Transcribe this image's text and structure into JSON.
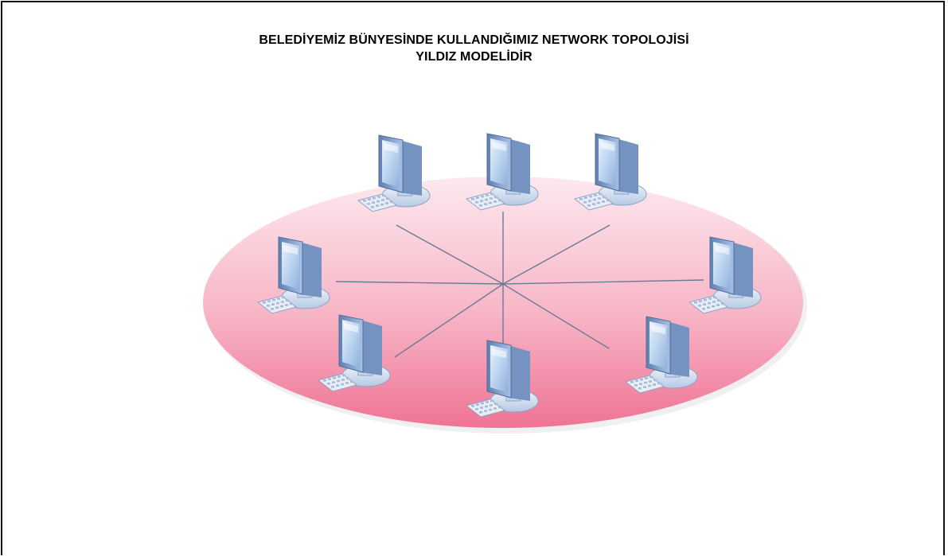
{
  "title": {
    "line1": "BELEDİYEMİZ BÜNYESİNDE KULLANDIĞIMIZ NETWORK TOPOLOJİSİ",
    "line2": "YILDIZ MODELİDİR"
  },
  "diagram": {
    "topology": "star",
    "hub": "center",
    "nodes": [
      "workstation",
      "workstation",
      "workstation",
      "workstation",
      "workstation",
      "workstation",
      "workstation",
      "workstation"
    ]
  },
  "colors": {
    "platform_top": "#fbe4ea",
    "platform_bottom": "#f07a9a",
    "link": "#6b7a96",
    "monitor_screen": "#c8dcf3",
    "monitor_frame": "#7f9cc6"
  }
}
